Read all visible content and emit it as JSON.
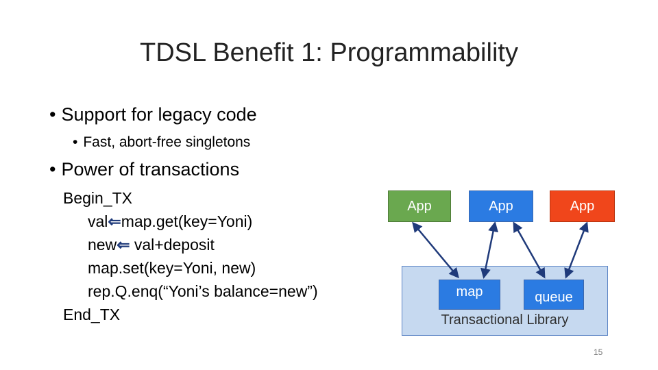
{
  "slide": {
    "title": "TDSL Benefit 1: Programmability",
    "bullets": {
      "b1": "Support for legacy code",
      "b2": "Fast, abort-free singletons",
      "b3": "Power of transactions"
    },
    "code": {
      "l1": "Begin_TX",
      "l2a": "val",
      "l2b": "map.get(key=Yoni)",
      "l3a": "new",
      "l3b": " val+deposit",
      "l4": "map.set(key=Yoni, new)",
      "l5": "rep.Q.enq(“Yoni’s balance=new”)",
      "l6": "End_TX"
    },
    "diagram": {
      "app1": "App",
      "app2": "App",
      "app3": "App",
      "map": "map",
      "queue": "queue",
      "library": "Transactional Library"
    },
    "page_number": "15",
    "colors": {
      "green": "#6aa84f",
      "blue": "#2b7be2",
      "red": "#f0461b",
      "library_fill": "#c6d9f0"
    }
  }
}
